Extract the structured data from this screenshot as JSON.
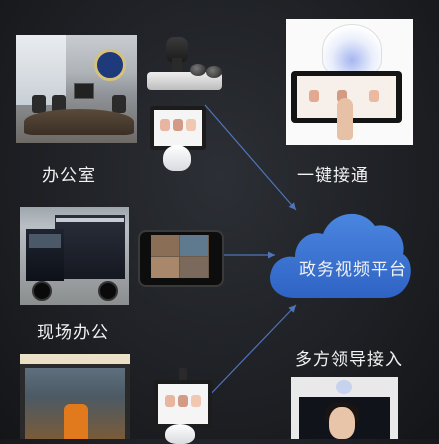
{
  "labels": {
    "office": "办公室",
    "one_key": "一键接通",
    "field_office": "现场办公",
    "leaders": "多方领导接入",
    "platform": "政务视频平台"
  },
  "colors": {
    "background": "#1b1d21",
    "cloud": "#3c78d8",
    "arrow": "#4f74b8",
    "text": "#f2f2f2"
  }
}
